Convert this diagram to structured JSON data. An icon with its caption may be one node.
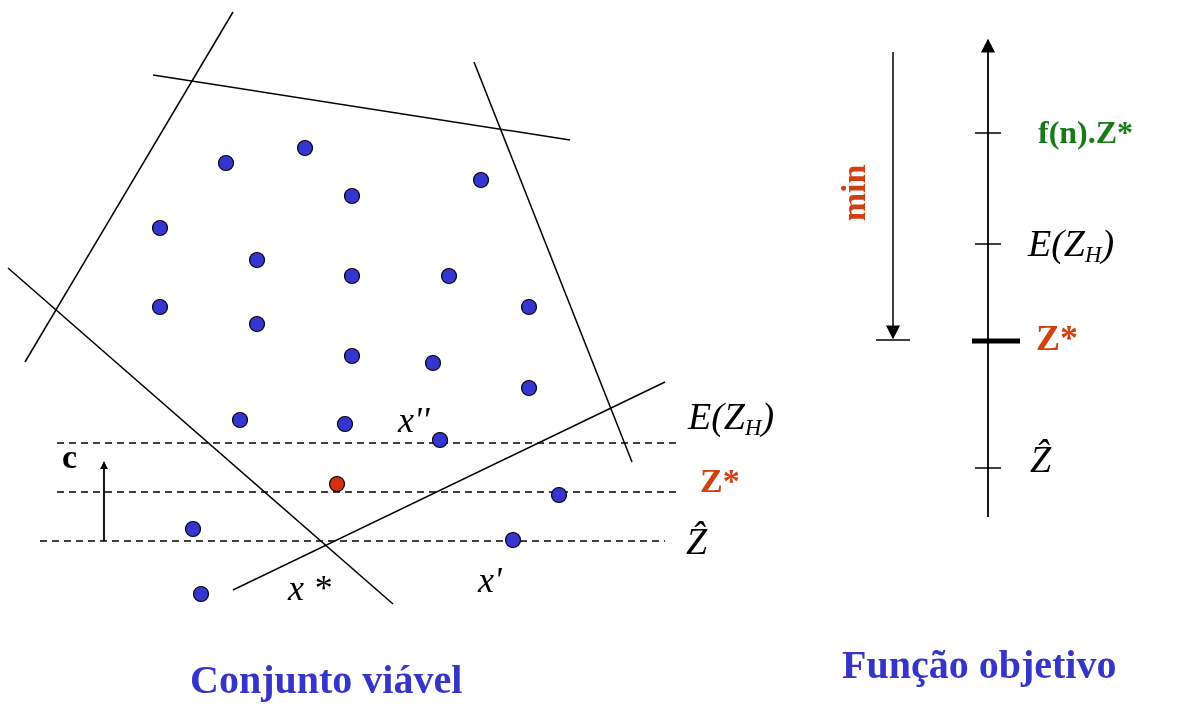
{
  "diagram": {
    "labels": [
      "f(n).Z*",
      "min",
      "E(Z$_{H}$)",
      "Z*",
      "x''",
      "E(Z$_{H}$)",
      "c",
      "Z*",
      "Ẑ",
      "Ẑ",
      "x *",
      "x'",
      "Conjunto viável",
      "Função objetivo"
    ]
  }
}
